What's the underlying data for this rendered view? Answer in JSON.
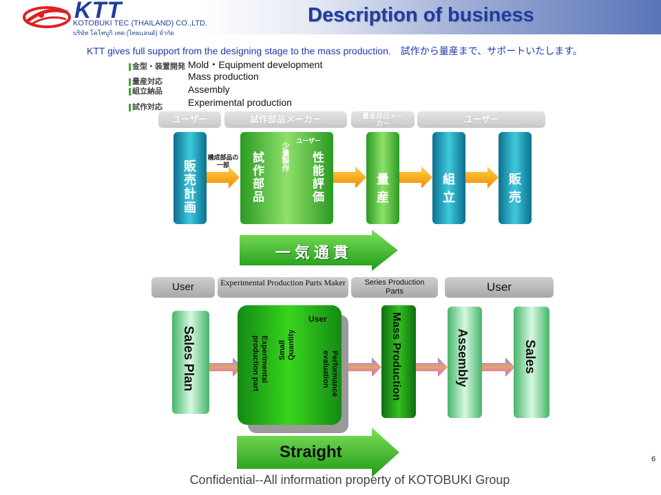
{
  "header": {
    "company_name": "KOTOBUKI TEC (THAILAND) CO.,LTD.",
    "company_thai": "บริษัท โคโทบูกิ เทค (ไทยแลนด์) จำกัด",
    "logo_text": "KTT",
    "title": "Description of business"
  },
  "tagline": "KTT gives full support from the designing stage to the mass production.　試作から量産まで、サポートいたします。",
  "legend": [
    {
      "jp": "金型・装置開発",
      "en": "Mold・Equipment development"
    },
    {
      "jp": "量産対応",
      "en": "Mass production"
    },
    {
      "jp": "組立納品",
      "en": "Assembly"
    },
    {
      "jp": "試作対応",
      "en": "Experimental production"
    }
  ],
  "jp_flow": {
    "headers": [
      "ユーザー",
      "試作部品メーカー",
      "量産部品メーカー",
      "ユーザー"
    ],
    "sales_plan": "販売計画",
    "component_part": "構成部品の一部",
    "prototype_parts": "試作部品",
    "small_qty": "少量製作",
    "user_tag": "ユーザー",
    "perf_eval": "性能評価",
    "mass": "量産",
    "assembly": "組立",
    "sales": "販売",
    "straight": "一気通貫"
  },
  "en_flow": {
    "headers": [
      "User",
      "Experimental  Production Parts Maker",
      "Series Production Parts",
      "User"
    ],
    "sales_plan": "Sales Plan",
    "user_tag": "User",
    "small_qty": "Small Quantity",
    "experimental_part": "Experimental production part",
    "perf_eval": "Performance evaluation",
    "mass": "Mass Production",
    "assembly": "Assembly",
    "sales": "Sales",
    "straight": "Straight"
  },
  "footer": {
    "confidential": "Confidential--All information property of KOTOBUKI Group",
    "page_number": "6"
  },
  "colors": {
    "brand_blue": "#1f3e9c",
    "green": "#3ea62b",
    "teal": "#1a9ab5",
    "arrow_orange": "#f3a20d"
  }
}
